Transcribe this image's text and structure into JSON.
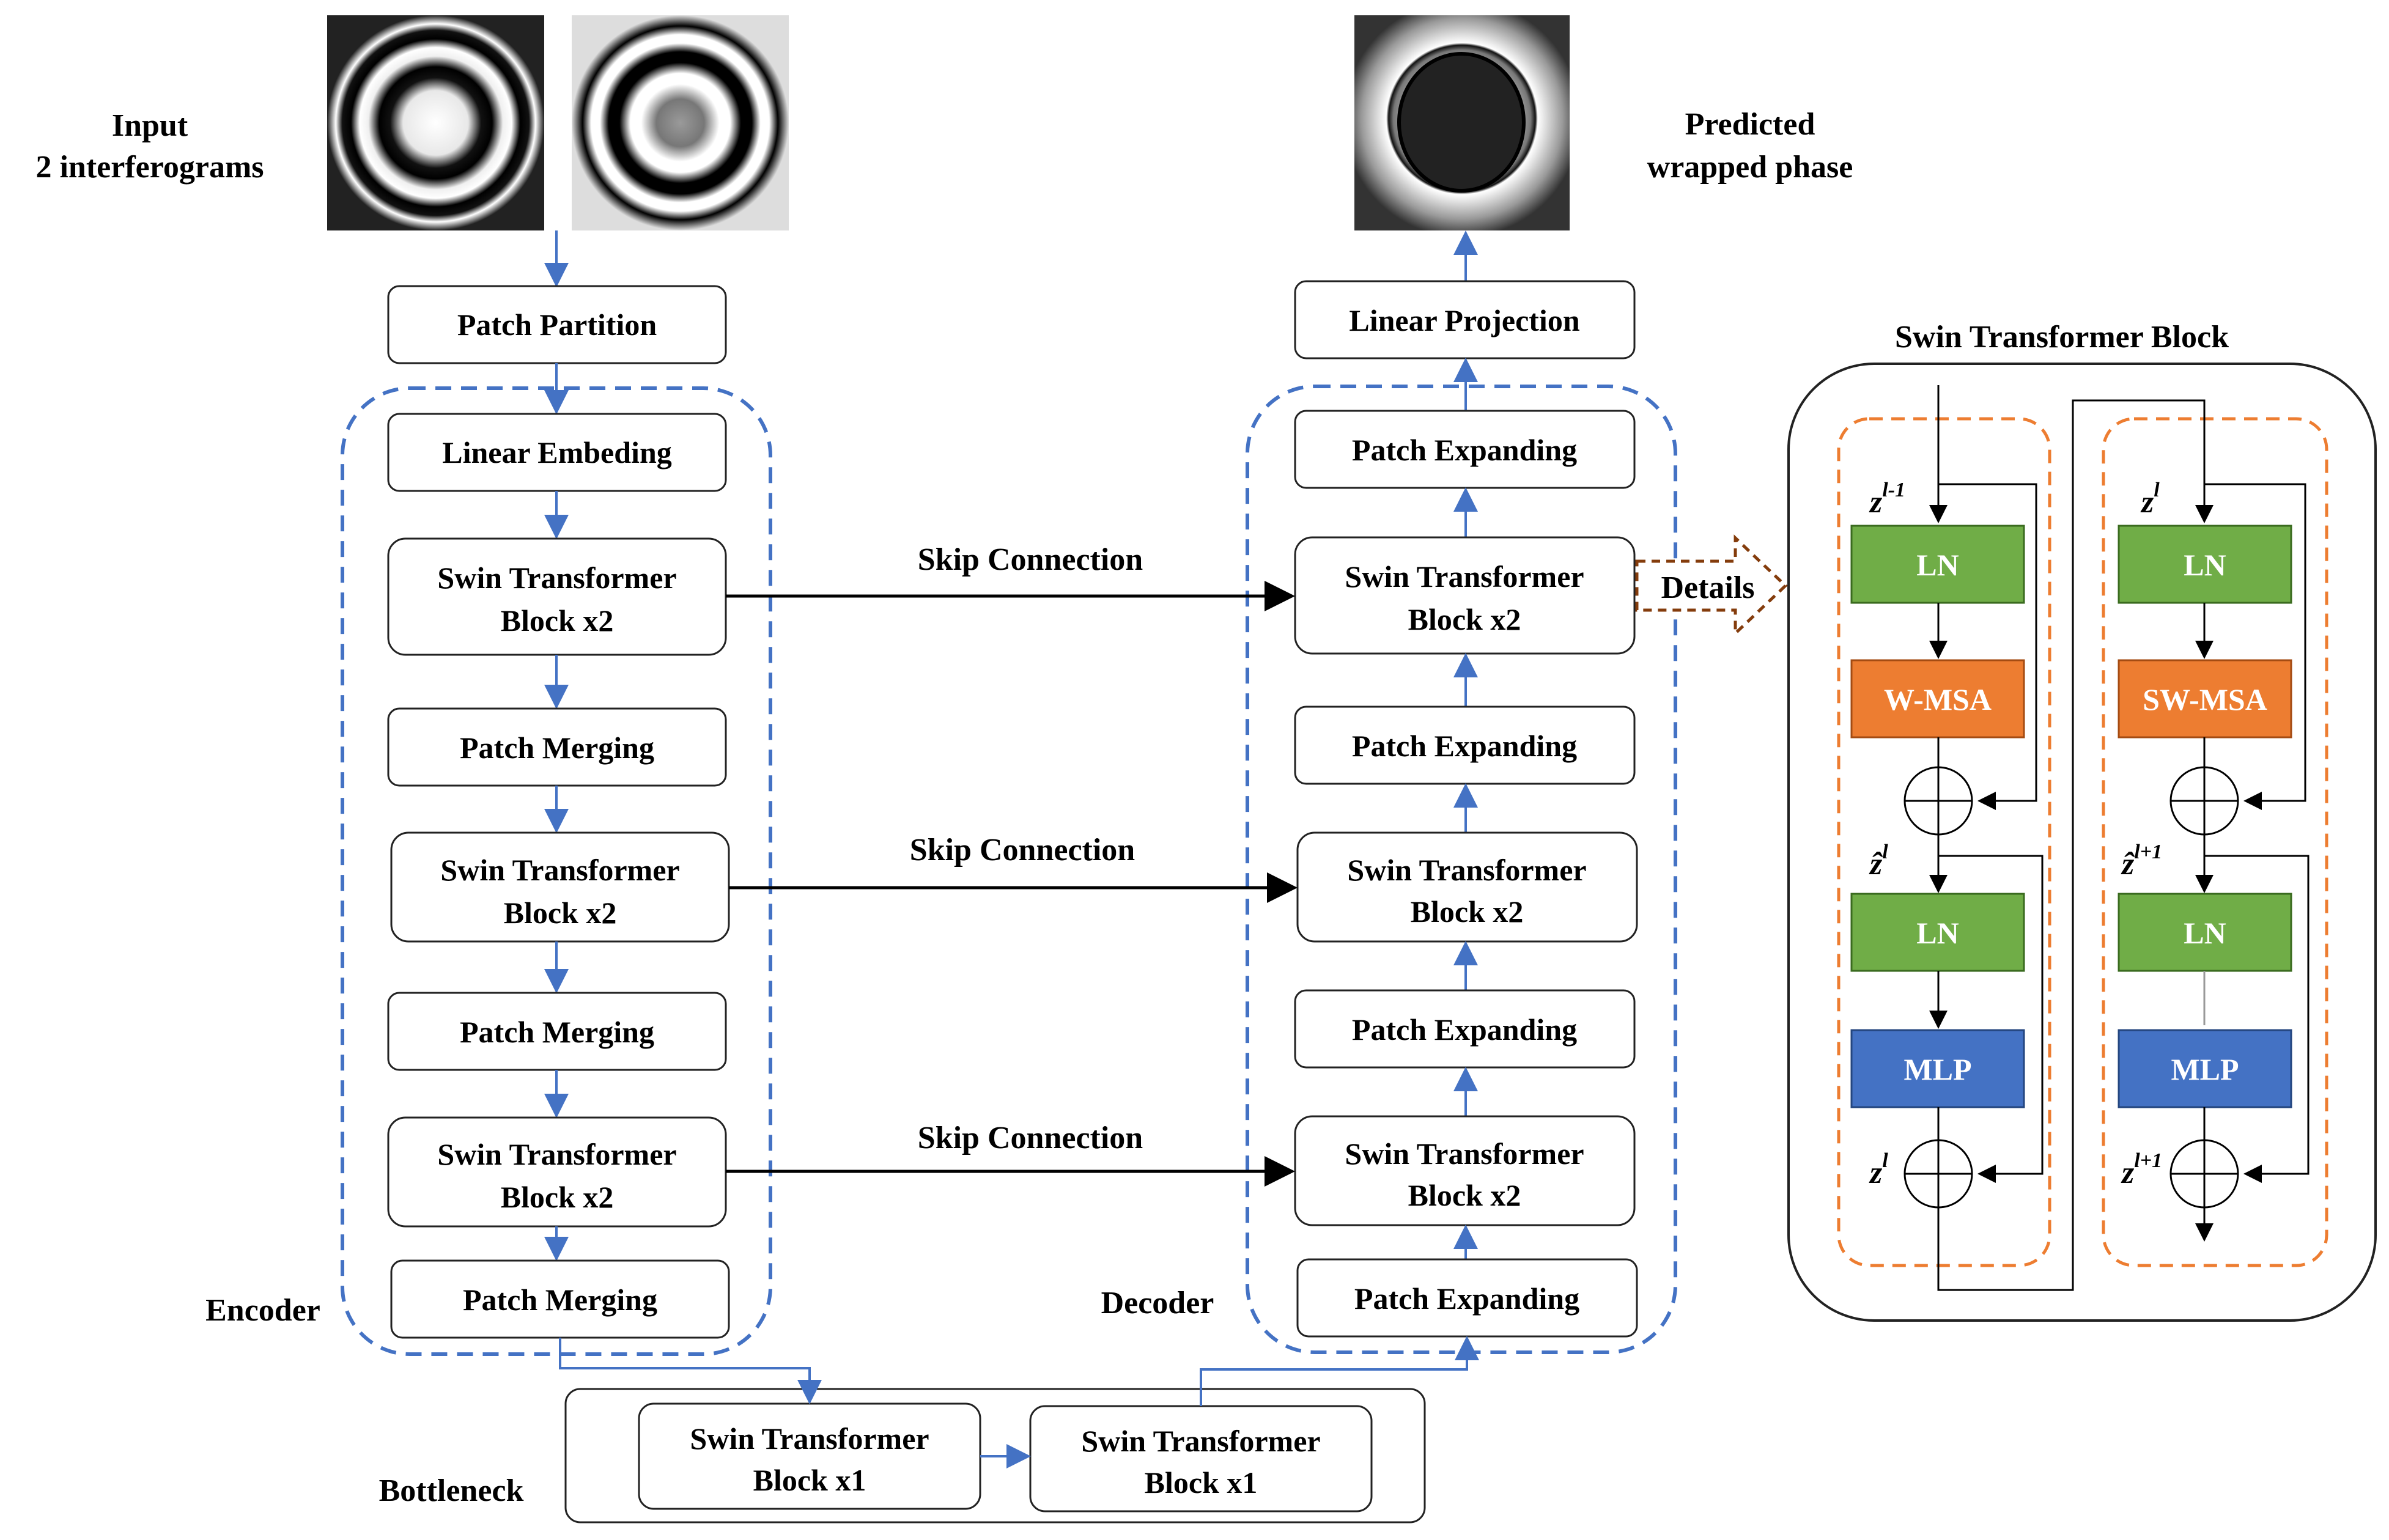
{
  "labels": {
    "input": "Input",
    "input_sub": "2 interferograms",
    "predicted": "Predicted",
    "predicted_sub": "wrapped phase",
    "encoder": "Encoder",
    "decoder": "Decoder",
    "bottleneck": "Bottleneck",
    "skip1": "Skip Connection",
    "skip2": "Skip Connection",
    "skip3": "Skip Connection",
    "details": "Details",
    "swin_block_title": "Swin Transformer Block"
  },
  "encoder": {
    "patch_partition": "Patch Partition",
    "linear_embed": "Linear Embeding",
    "stb1": [
      "Swin Transformer",
      "Block x2"
    ],
    "merge1": "Patch Merging",
    "stb2": [
      "Swin Transformer",
      "Block x2"
    ],
    "merge2": "Patch Merging",
    "stb3": [
      "Swin Transformer",
      "Block x2"
    ],
    "merge3": "Patch Merging"
  },
  "decoder": {
    "linear_projection": "Linear Projection",
    "expand1": "Patch Expanding",
    "stb1": [
      "Swin Transformer",
      "Block x2"
    ],
    "expand2": "Patch Expanding",
    "stb2": [
      "Swin Transformer",
      "Block x2"
    ],
    "expand3": "Patch Expanding",
    "stb3": [
      "Swin Transformer",
      "Block x2"
    ],
    "expand4": "Patch Expanding"
  },
  "bottleneck": {
    "stb_a": [
      "Swin Transformer",
      "Block x1"
    ],
    "stb_b": [
      "Swin Transformer",
      "Block x1"
    ]
  },
  "swin_detail": {
    "left": {
      "ln1": "LN",
      "msa": "W-MSA",
      "ln2": "LN",
      "mlp": "MLP"
    },
    "right": {
      "ln1": "LN",
      "msa": "SW-MSA",
      "ln2": "LN",
      "mlp": "MLP"
    },
    "z_symbols": {
      "z": "z",
      "sup_l_minus_1": "l-1",
      "sup_l": "l",
      "sup_l_plus_1": "l+1",
      "z_hat": "ẑ"
    }
  },
  "colors": {
    "green": "#70ad47",
    "orange": "#ed7d31",
    "blue": "#4472c4",
    "arrow_blue": "#4472c4",
    "details_arrow": "#843c0c"
  }
}
